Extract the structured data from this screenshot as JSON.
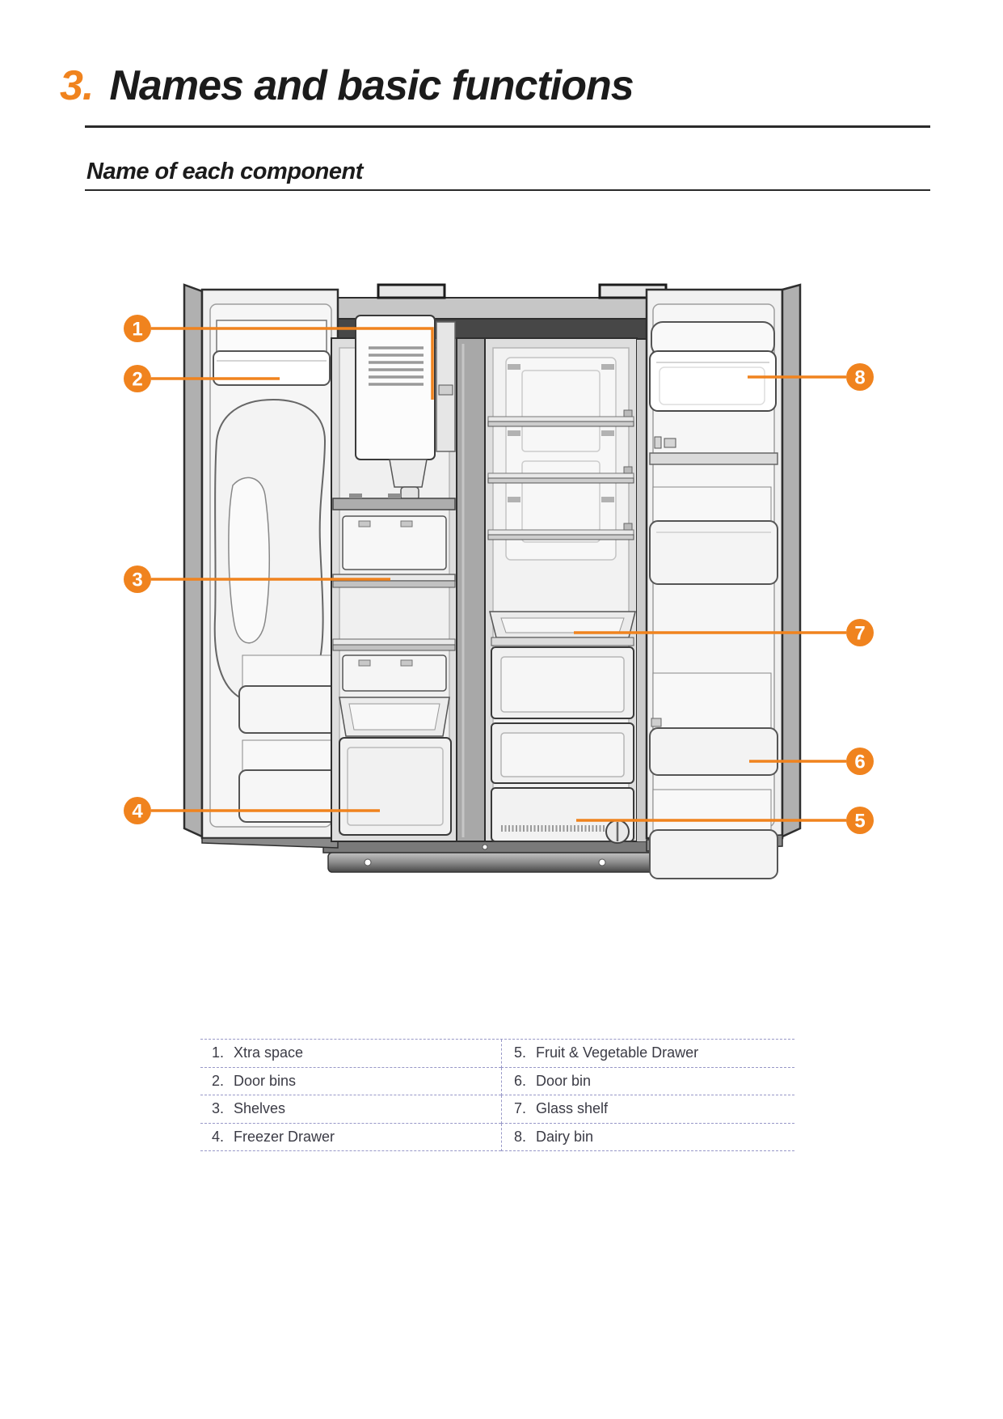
{
  "page": {
    "chapter_number": "3.",
    "chapter_title": "Names and basic functions",
    "section_title": "Name of each component"
  },
  "diagram": {
    "type": "refrigerator-component-diagram",
    "callouts": [
      {
        "number": "1",
        "label": "Xtra space"
      },
      {
        "number": "2",
        "label": "Door bins"
      },
      {
        "number": "3",
        "label": "Shelves"
      },
      {
        "number": "4",
        "label": "Freezer Drawer"
      },
      {
        "number": "5",
        "label": "Fruit & Vegetable Drawer"
      },
      {
        "number": "6",
        "label": "Door bin"
      },
      {
        "number": "7",
        "label": "Glass shelf"
      },
      {
        "number": "8",
        "label": "Dairy bin"
      }
    ]
  },
  "component_table": {
    "rows": [
      {
        "left_no": "1.",
        "left_label": "Xtra space",
        "right_no": "5.",
        "right_label": "Fruit & Vegetable Drawer"
      },
      {
        "left_no": "2.",
        "left_label": "Door bins",
        "right_no": "6.",
        "right_label": "Door bin"
      },
      {
        "left_no": "3.",
        "left_label": "Shelves",
        "right_no": "7.",
        "right_label": "Glass shelf"
      },
      {
        "left_no": "4.",
        "left_label": "Freezer Drawer",
        "right_no": "8.",
        "right_label": "Dairy bin"
      }
    ]
  },
  "colors": {
    "accent_orange": "#F0831E",
    "table_line": "#9898C8",
    "heading_text": "#1B1B1B"
  }
}
